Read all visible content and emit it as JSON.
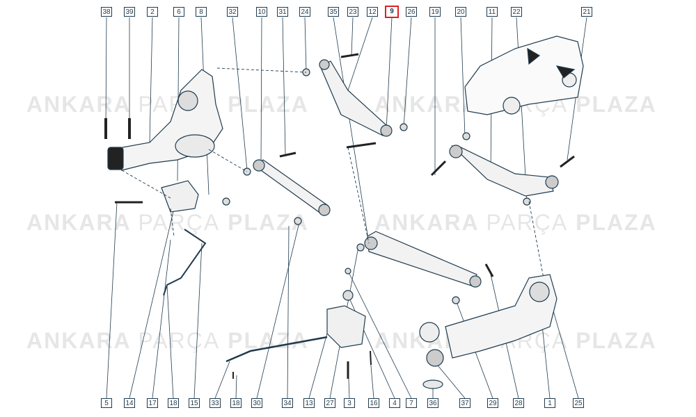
{
  "diagram": {
    "highlight_color": "#e01e25",
    "line_color": "#1f3a4d",
    "watermark": {
      "brand_a": "ANKARA",
      "brand_b": "PARÇA",
      "brand_c": "PLAZA"
    },
    "top_callouts": [
      "38",
      "39",
      "2",
      "6",
      "8",
      "32",
      "10",
      "31",
      "24",
      "35",
      "23",
      "12",
      "9",
      "26",
      "19",
      "20",
      "11",
      "22",
      "21"
    ],
    "bottom_callouts": [
      "5",
      "14",
      "17",
      "18",
      "15",
      "33",
      "18",
      "30",
      "34",
      "13",
      "27",
      "3",
      "16",
      "4",
      "7",
      "36",
      "37",
      "29",
      "28",
      "1",
      "25"
    ],
    "highlighted": "9"
  }
}
